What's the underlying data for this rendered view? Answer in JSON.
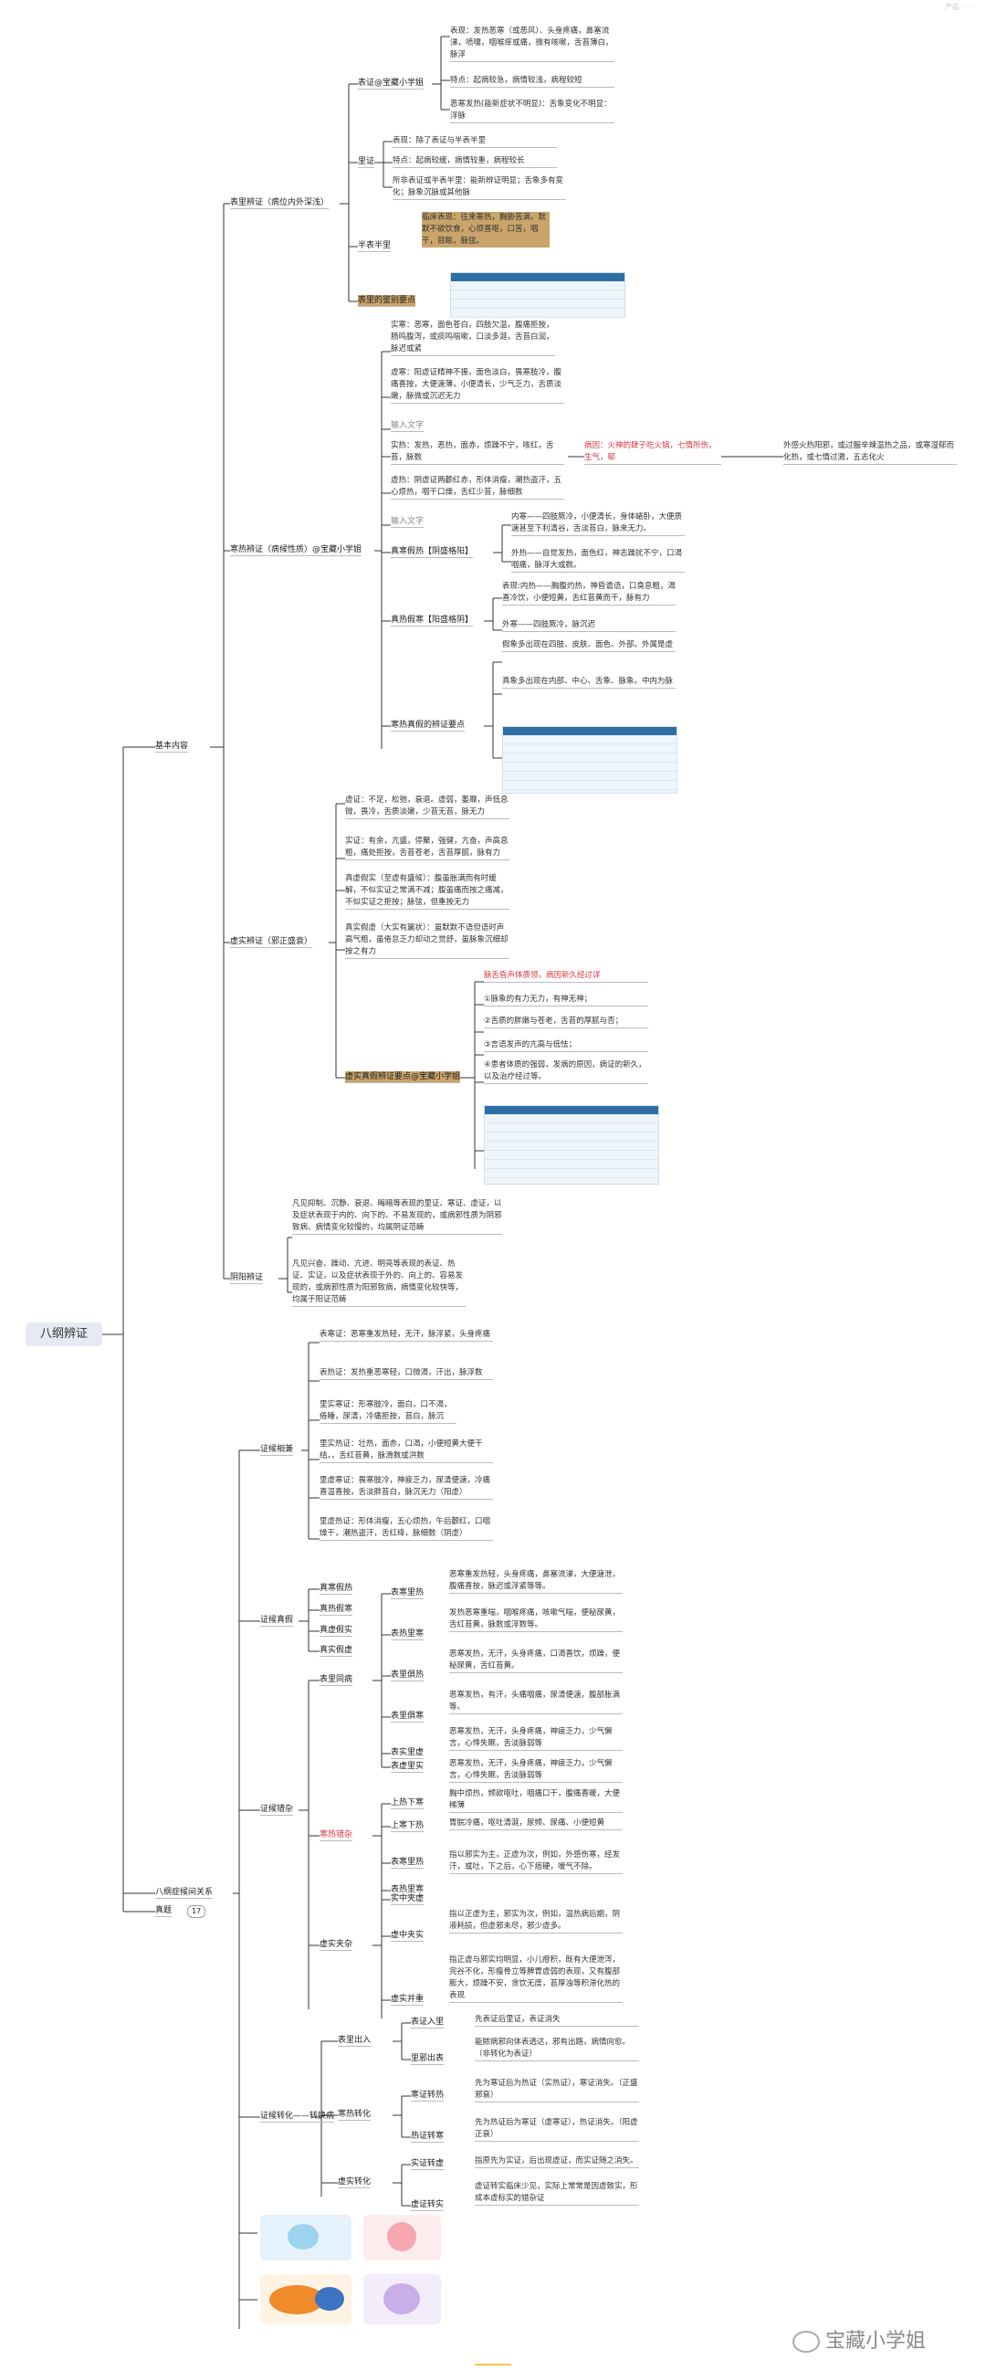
{
  "root": "八纲辨证",
  "topright": "产品 ·····",
  "l1": {
    "basic": "基本内容",
    "relation": "八纲症候间关系",
    "exam": "真题",
    "exam_badge": "17"
  },
  "l2": {
    "biaoli": "表里辨证（病位内外深浅）",
    "hanre": "寒热辨证（病候性质）@宝藏小学姐",
    "xushi": "虚实辨证（邪正盛衰）",
    "yinyang": "阴阳辨证",
    "xiangjian": "证候相兼",
    "zhenjia": "证候真假",
    "cuoza": "证候错杂",
    "zhuanhua": "证候转化——转换病"
  },
  "biaoli": {
    "biaozheng": "表证@宝藏小学姐",
    "b_biaoxian": "表现：发热恶寒（或恶风）、头身疼痛，鼻塞流涕，喷嚏，咽喉痒或痛，微有咳嗽，舌苔薄白，脉浮",
    "b_tedian": "特点：起病较急，病情较浅，病程较短",
    "b_ehan": "恶寒发热(能新症状不明显)：舌象变化不明显：浮脉",
    "lizheng": "里证",
    "l_biaoxian": "表现：除了表证与半表半里",
    "l_tedian": "特点：起病较缓，病情较重，病程较长",
    "l_feibiao": "所非表证或半表半里：能新辨证明显；舌象多有变化；脉象沉脉或其他脉",
    "banbiao": "半表半里",
    "bb_biaoxian": "临床表现：往来寒热，胸胁苦满，默默不欲饮食，心烦喜呕，口苦，咽干，目眩，脉弦。",
    "jianbie": "表里的鉴别要点"
  },
  "hanre": {
    "shihan": "实寒：恶寒，面色苍白，四肢欠温，腹痛拒按，肠鸣腹泻，或痰鸣喘嗽，口淡多涎，舌苔白润，脉迟或紧",
    "xuhan": "虚寒：阳虚证精神不振，面色淡白，畏寒肢冷，腹痛喜按，大便溏薄，小便清长，少气乏力，舌质淡嫩，脉微或沉迟无力",
    "input1": "输入文字",
    "shire": "实热：发热，恶热，面赤，烦躁不宁，咳红，舌苔，脉数",
    "bingyin": "病因：火神的肆子吃火锅，七情所伤，生气，郁",
    "waigan": "外感火热阳邪，或过服辛辣温热之品，或寒湿郁而化热，或七情过激，五志化火",
    "xure": "虚热：阴虚证两颧红赤，形体消瘦，潮热盗汗，五心烦热，咽干口燥，舌红少苔，脉细数",
    "input2": "输入文字",
    "zhenrejiahan": "真寒假热【阴盛格阳】",
    "zrjh_nei": "内寒——四肢厥冷，小便清长，身体蜷卧，大便质溏甚至下利清谷，舌淡苔白，脉来无力。",
    "zrjh_wai": "外热——自觉发热，面色红，神志躁扰不宁，口渴咽痛，脉浮大或数。",
    "zhenrejiahan2": "真热假寒【阳盛格阴】",
    "zrjh2_nei": "表现:内热——胸腹灼热，神昏谵语，口臭息粗，渴喜冷饮，小便短黄，舌红苔黄而干，脉有力",
    "zrjh2_wai": "外寒——四肢厥冷，脉沉迟",
    "yaodian": "寒热真假的辨证要点",
    "yd1": "假象多出现在四肢、皮肤、面色、外部。外属是虚",
    "yd2": "真象多出现在内部、中心、舌象、脉象。中内为脉"
  },
  "xushi": {
    "xuzheng": "虚证：不足，松弛，衰退。虚弱，萎靡，声低息微，畏冷，舌质淡嫩，少苔无苔，脉无力",
    "shizheng": "实证：有余，亢盛，停聚，强健，亢奋，声高息粗，痛处拒按，舌苔苍老，舌苔厚腻，脉有力",
    "zhenxujiashi": "真虚假实（至虚有盛候）：腹虽胀满而有时缓解，不似实证之常满不减；腹虽痛而按之痛减，不似实证之拒按；脉弦，但重按无力",
    "zhenshijiaxu": "真实假虚（大实有羸状）：虽默默不语但语时声高气粗，虽倦怠乏力却动之觉舒，虽脉象沉细却按之有力",
    "xushiyaodian": "虚实真假辨证要点@宝藏小学姐",
    "xs_head": "脉舌昏声体质领，病因新久经过详",
    "xs1": "①脉象的有力无力，有神无神；",
    "xs2": "②舌质的胖嫩与苍老，舌苔的厚腻与否；",
    "xs3": "③言语发声的亢高与低怯；",
    "xs4": "④患者体质的强弱，发病的原因，病证的新久，以及治疗经过等。"
  },
  "yinyang": {
    "yin": "凡见抑制、沉静、衰退、晦暗等表现的里证、寒证、虚证，以及症状表现于内的、向下的、不易发现的，或病邪性质为阴邪致病、病情变化较慢的，均属阴证范畴",
    "yang": "凡见兴奋、躁动、亢进、明亮等表现的表证、热证、实证，以及症状表现于外的、向上的、容易发现的，或病邪性质为阳邪致病，病情变化较快等，均属于阳证范畴"
  },
  "xiangjian": {
    "bhs": "表寒证：恶寒重发热轻，无汗，脉浮紧，头身疼痛",
    "brs": "表热证：发热重恶寒轻，口微渴，汗出，脉浮数",
    "lhs_shi": "里实寒证：形寒肢冷，面白，口不渴，倦睡，尿清，冷痛拒按，苔白，脉沉",
    "lhs_re": "里实热证：壮热，面赤，口渴，小便短黄大便干结，，舌红苔黄，脉滑数或洪数",
    "lxh": "里虚寒证：畏寒肢冷，神疲乏力，尿清便溏，冷痛喜温喜按，舌淡胖苔白，脉沉无力（阳虚）",
    "lxr": "里虚热证：形体消瘦，五心烦热，午后颧红，口咽燥干，潮热盗汗，舌红绛，脉细数（阴虚）"
  },
  "zhenjia": {
    "zhr": "真寒假热",
    "zrh": "真热假寒",
    "zxjs": "真虚假实",
    "zsjx": "真实假虚"
  },
  "cuoza": {
    "biaoli_tong": "表里同病",
    "bhlr": "表寒里热",
    "bhlr_t": "恶寒重发热轻，头身疼痛，鼻塞流涕，大便溏泄，腹痛喜按，脉迟或浮紧等等。",
    "brlh": "表热里寒",
    "brlh_t": "发热恶寒重喘，咽喉疼痛，咳嗽气喘，便秘尿黄，舌红苔黄，脉数或浮数等。",
    "brli": "表里俱热",
    "brli_t": "恶寒发热，无汗，头身疼痛，口渴喜饮，烦躁，便秘尿黄，舌红苔黄。",
    "bhlh": "表里俱寒",
    "bhlh_t": "恶寒发热，有汗，头痛咽痛，尿清便溏，腹部胀满等。",
    "bslx": "表实里虚",
    "bslx_t": "恶寒发热，无汗，头身疼痛，神疲乏力，少气懒言，心悸失眠，舌淡脉弱等",
    "bhlr2": "表虚里实",
    "bhlr2_t": "恶寒发热，无汗，头身疼痛，神疲乏力，少气懒言，心悸失眠，舌淡脉弱等",
    "hrcuoza": "寒热错杂",
    "shangre": "上热下寒",
    "shangre_t": "胸中烦热，频欲呕吐，咽痛口干，腹痛喜暖，大便稀薄",
    "shanghan": "上寒下热",
    "shanghan_t": "胃脘冷痛，呕吐清涎，尿频、尿痛、小便短黄",
    "biaohan": "表寒里热",
    "biaore": "表热里寒",
    "bhr_t": "指以邪实为主，正虚为次，例如，外感伤寒，经发汗，或吐，下之后，心下痞硬，嗳气不除。",
    "xushijiaza": "虚实夹杂",
    "sjx": "实中夹虚",
    "xzjs": "虚中夹实",
    "xzjs_t": "指以正虚为主，邪实为次，例如，温热病后期，阴液耗损，但虚邪未尽，邪少虚多。",
    "xsbz": "虚实并重",
    "xsbz_t": "指正虚与邪实均明显，小儿疳积，既有大便泄泻，完谷不化，形瘦骨立等脾胃虚弱的表现，又有腹部膨大，烦躁不安，贪饮无度，苔厚浊等积滞化热的表现"
  },
  "zhuanhua": {
    "biaolichuru": "表里出入",
    "bzrl": "表证入里",
    "bzrl_t": "先表证后里证，表证消失",
    "lxcb": "里邪出表",
    "lxcb_t": "能脓病邪向体表透达，邪有出路，病情向愈。（非转化为表证）",
    "hrzh": "寒热转化",
    "hzr": "寒证转热",
    "hzr_t": "先为寒证后为热证（实热证），寒证消失。（正盛邪衰）",
    "rzh": "热证转寒",
    "rzh_t": "先为热证后为寒证（虚寒证），热证消失。（阳虚正衰）",
    "xszh": "虚实转化",
    "szx": "实证转虚",
    "szx_t": "指原先为实证，后出现虚证，而实证随之消失。",
    "xzs": "虚证转实",
    "xzs_t": "虚证转实临床少见，实际上常常是因虚致实，形成本虚标实的错杂证"
  },
  "watermark": "宝藏小学姐",
  "colors": {
    "highlight": "#c9a46b",
    "red": "#d9363e",
    "green": "#2fa84f",
    "line": "#333333"
  }
}
